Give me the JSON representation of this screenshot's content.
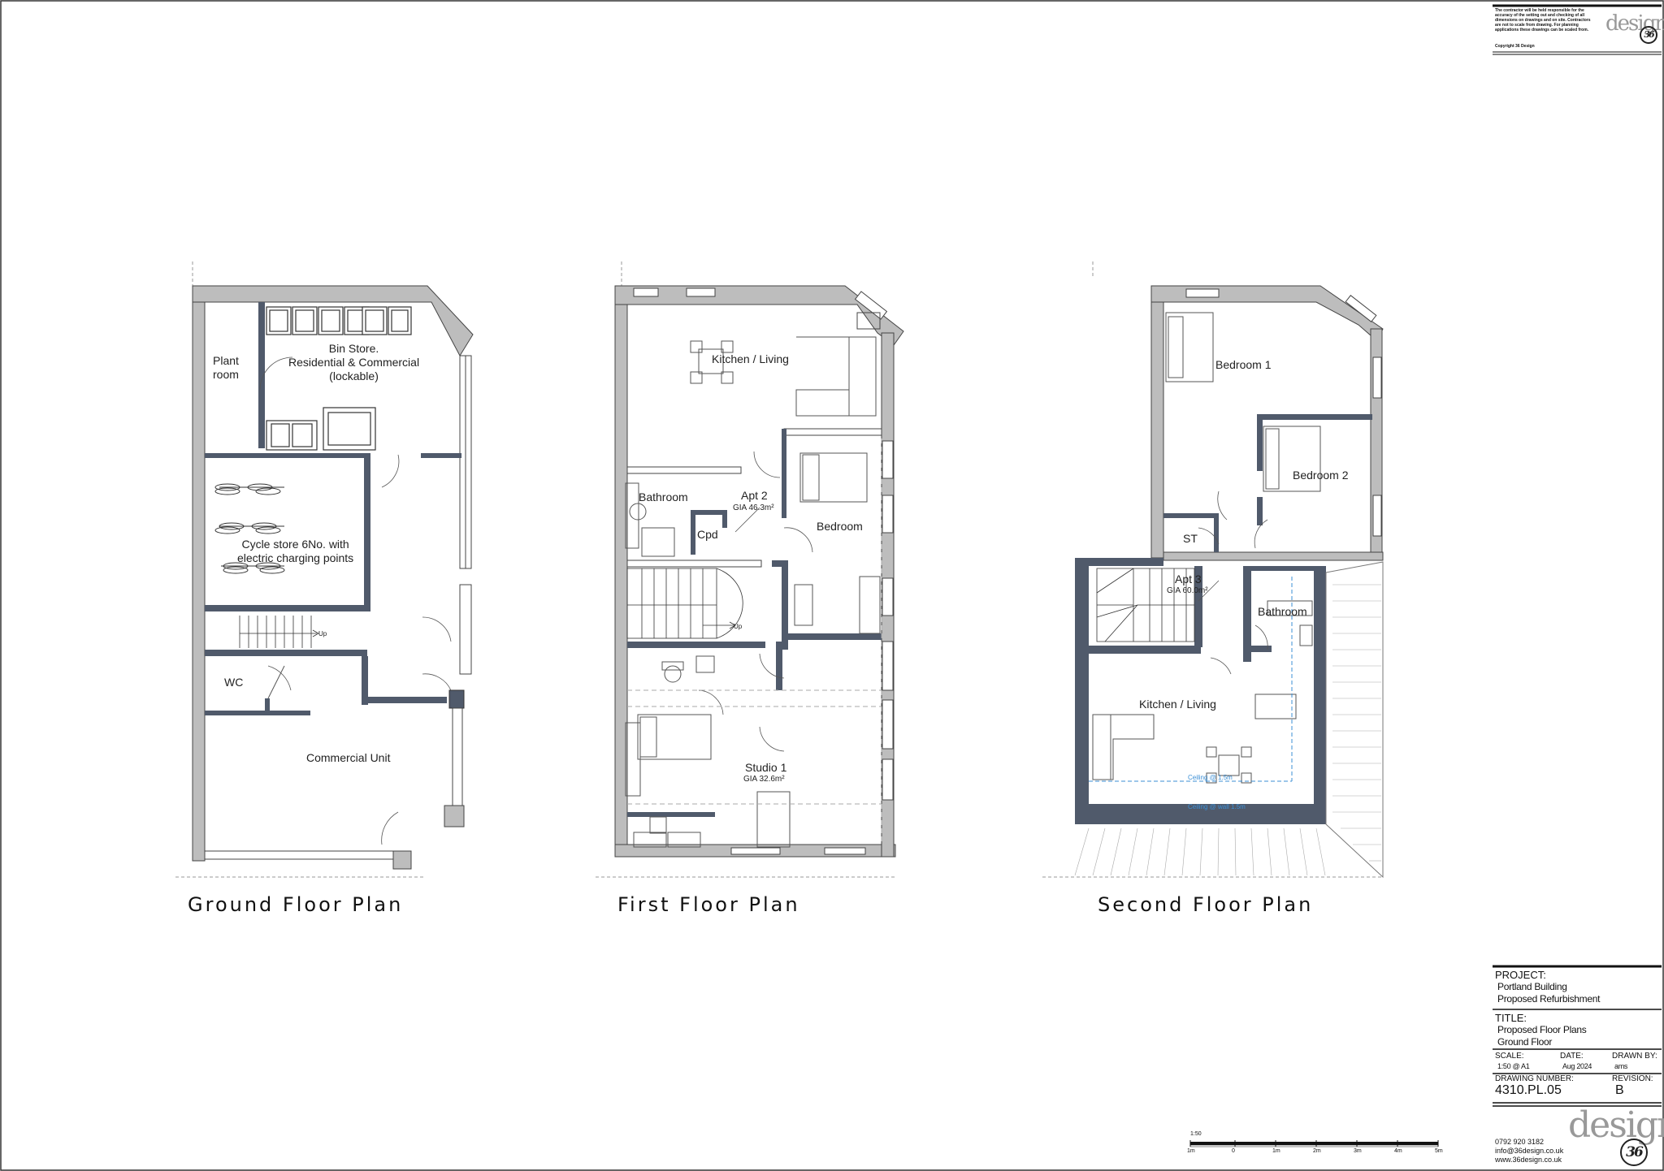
{
  "plans": {
    "ground": {
      "title": "Ground Floor Plan",
      "rooms": {
        "plant": "Plant\nroom",
        "bin": "Bin Store.\nResidential & Commercial\n(lockable)",
        "cycle": "Cycle store 6No. with\nelectric charging points",
        "wc": "WC",
        "commercial": "Commercial Unit",
        "up": "Up"
      }
    },
    "first": {
      "title": "First Floor Plan",
      "rooms": {
        "kitchen": "Kitchen / Living",
        "bathroom": "Bathroom",
        "apt": "Apt 2",
        "apt_gia": "GIA 46.3m²",
        "cpd": "Cpd",
        "bedroom": "Bedroom",
        "studio": "Studio 1",
        "studio_gia": "GIA 32.6m²",
        "up": "Up"
      }
    },
    "second": {
      "title": "Second Floor Plan",
      "rooms": {
        "bed1": "Bedroom 1",
        "bed2": "Bedroom 2",
        "st": "ST",
        "apt": "Apt 3",
        "apt_gia": "GIA 60.0m²",
        "bathroom": "Bathroom",
        "kitchen": "Kitchen / Living",
        "ceiling1": "Ceiling @ 1.5m",
        "ceiling2": "Ceiling @ wall 1.5m"
      }
    }
  },
  "title_block": {
    "project_label": "PROJECT:",
    "project_line1": "Portland Building",
    "project_line2": "Proposed Refurbishment",
    "title_label": "TITLE:",
    "title_line1": "Proposed Floor Plans",
    "title_line2": "Ground Floor",
    "scale_label": "SCALE:",
    "scale_value": "1:50 @ A1",
    "date_label": "DATE:",
    "date_value": "Aug 2024",
    "drawn_label": "DRAWN BY:",
    "drawn_value": "ams",
    "drawing_number_label": "DRAWING NUMBER:",
    "drawing_number": "4310.PL.05",
    "revision_label": "REVISION:",
    "revision": "B"
  },
  "contact": {
    "phone": "0792 920 3182",
    "email": "info@36design.co.uk",
    "web": "www.36design.co.uk"
  },
  "logo": {
    "word": "design",
    "number": "36"
  },
  "disclaimer": "The contractor will be held responsible for the accuracy of the setting out and checking of all dimensions on drawings and on site. Contractors are not to scale from drawing. For planning applications these drawings can be scaled from.",
  "copyright": "Copyright 36 Design",
  "scale_bar": {
    "scale": "1:50",
    "ticks": [
      "1m",
      "0",
      "1m",
      "2m",
      "3m",
      "4m",
      "5m"
    ]
  },
  "colors": {
    "wall": "#505a6b",
    "wall_fill": "#bdbdbd",
    "ceiling_line": "#3b8fd6"
  }
}
